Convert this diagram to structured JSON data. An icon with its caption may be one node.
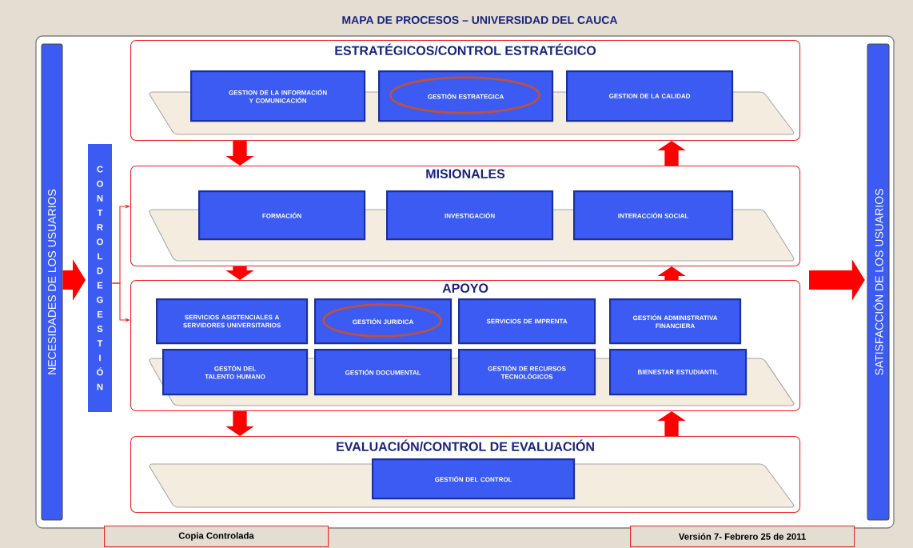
{
  "diagram": {
    "title": "MAPA DE PROCESOS – UNIVERSIDAD DEL CAUCA",
    "nodes": [
      {
        "text": [
          "NECESIDADES DE LOS USUARIOS"
        ]
      },
      {
        "text": [
          "ESTRATÉGICOS/CONTROL ESTRATÉGICO"
        ]
      },
      {
        "text": [
          "GESTION DE LA INFORMACIÓN Y COMUNICACIÓN"
        ],
        "in": 1
      },
      {
        "text": [
          "GESTIÓN ESTRATEGICA"
        ],
        "in": 1
      },
      {
        "text": [
          "GESTION DE LA CALIDAD"
        ],
        "in": 1
      },
      {
        "text": [
          "MISIONALES"
        ]
      },
      {
        "text": [
          "FORMACIÓN"
        ],
        "in": 5
      },
      {
        "text": [
          "INVESTIGACIÓN"
        ],
        "in": 5
      },
      {
        "text": [
          "INTERACCIÓN SOCIAL"
        ],
        "in": 5
      },
      {
        "text": [
          "APOYO"
        ]
      },
      {
        "text": [
          "SERVICIOS ASISTENCIALES A SERVIDORES UNIVERSITARIOS"
        ],
        "in": 9
      },
      {
        "text": [
          "GESTIÓN JURIDICA"
        ],
        "in": 9
      },
      {
        "text": [
          "SERVICIOS DE IMPRENTA"
        ],
        "in": 9
      },
      {
        "text": [
          "GESTIÓN ADMINISTRATIVA FINANCIERA"
        ],
        "in": 9
      },
      {
        "text": [
          "GESTÓN DEL TALENTO HUMANO"
        ],
        "in": 9
      },
      {
        "text": [
          "GESTIÓN DOCUMENTAL"
        ],
        "in": 9
      },
      {
        "text": [
          "GESTIÓN DE RECURSOS TECNOLÓGICOS"
        ],
        "in": 9
      },
      {
        "text": [
          "BIENESTAR ESTUDIANTIL"
        ],
        "in": 9
      },
      {
        "text": [
          "EVALUACIÓN/CONTROL DE EVALUACIÓN"
        ]
      },
      {
        "text": [
          "GESTIÓN DEL CONTROL"
        ],
        "in": 18
      },
      {
        "text": [
          "SATISFACCIÓN DE LOS USUARIOS"
        ]
      },
      {
        "text": [
          "C O N T R O L D E G E S T I Ó N"
        ]
      },
      {
        "text": [
          "Copia Controlada"
        ]
      },
      {
        "text": [
          "Versión  7- Febrero 25 de 2011"
        ]
      }
    ],
    "edges": [
      {
        "from": 0,
        "to": 21,
        "arrow": "to"
      },
      {
        "from": 1,
        "to": 5,
        "arrow": "to"
      },
      {
        "from": 5,
        "to": 1,
        "arrow": "to"
      },
      {
        "from": 5,
        "to": 9,
        "arrow": "to"
      },
      {
        "from": 9,
        "to": 5,
        "arrow": "to"
      },
      {
        "from": 9,
        "to": 18,
        "arrow": "to"
      },
      {
        "from": 18,
        "to": 9,
        "arrow": "to"
      },
      {
        "from": null,
        "to": 20,
        "arrow": "to"
      },
      {
        "from": 21,
        "to": 5,
        "arrow": "to"
      },
      {
        "from": 21,
        "to": 9,
        "arrow": "to"
      }
    ]
  }
}
